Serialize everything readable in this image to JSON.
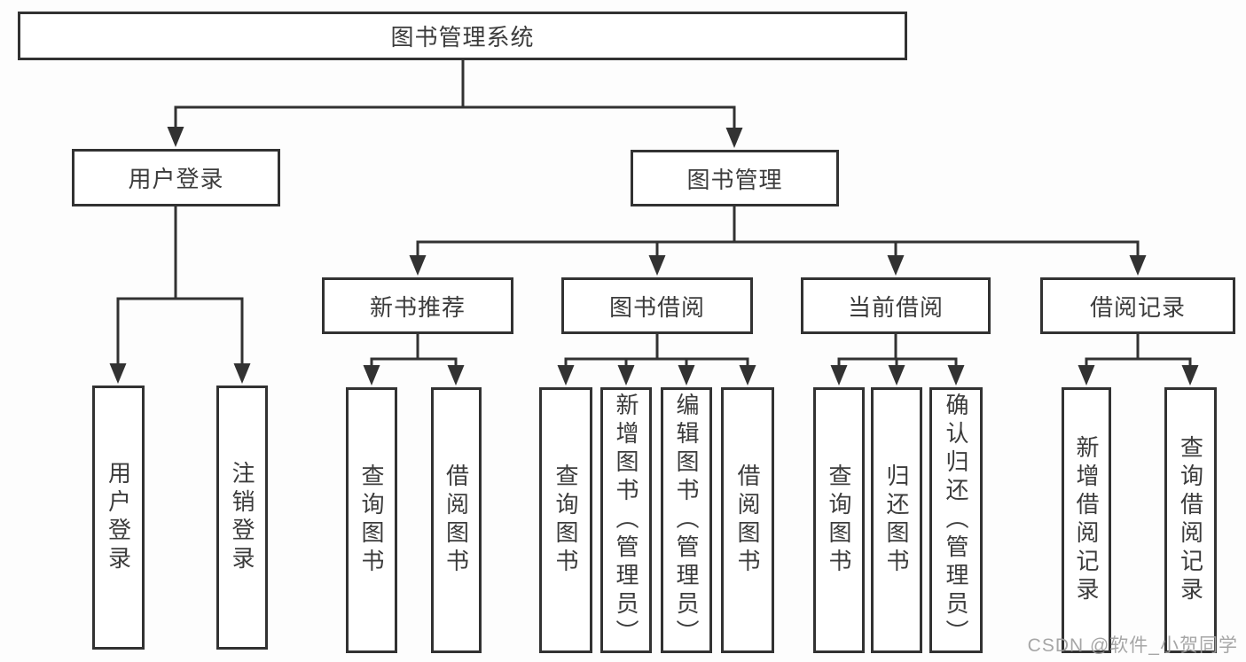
{
  "title": "图书管理系统",
  "nodes": {
    "root": {
      "label": "图书管理系统",
      "children": [
        "user_login",
        "book_mgmt"
      ]
    },
    "user_login": {
      "label": "用户登录",
      "children": [
        "leaf_login",
        "leaf_logout"
      ]
    },
    "book_mgmt": {
      "label": "图书管理",
      "children": [
        "new_rec",
        "borrow",
        "current",
        "records"
      ]
    },
    "new_rec": {
      "label": "新书推荐",
      "children": [
        "nr_query",
        "nr_borrow"
      ]
    },
    "borrow": {
      "label": "图书借阅",
      "children": [
        "bw_query",
        "bw_add",
        "bw_edit",
        "bw_borrow"
      ]
    },
    "current": {
      "label": "当前借阅",
      "children": [
        "cur_query",
        "cur_return",
        "cur_confirm"
      ]
    },
    "records": {
      "label": "借阅记录",
      "children": [
        "rec_add",
        "rec_query"
      ]
    },
    "leaf_login": {
      "label": "用户登录"
    },
    "leaf_logout": {
      "label": "注销登录"
    },
    "nr_query": {
      "label": "查询图书"
    },
    "nr_borrow": {
      "label": "借阅图书"
    },
    "bw_query": {
      "label": "查询图书"
    },
    "bw_add": {
      "label": "新增图书（管理员）"
    },
    "bw_edit": {
      "label": "编辑图书（管理员）"
    },
    "bw_borrow": {
      "label": "借阅图书"
    },
    "cur_query": {
      "label": "查询图书"
    },
    "cur_return": {
      "label": "归还图书"
    },
    "cur_confirm": {
      "label": "确认归还（管理员）"
    },
    "rec_add": {
      "label": "新增借阅记录"
    },
    "rec_query": {
      "label": "查询借阅记录"
    }
  },
  "watermark": "CSDN @软件_小贺同学",
  "colors": {
    "line": "#323232",
    "text": "#3c3c3c",
    "box_background": "#ffffff",
    "watermark": "#9e9e9e",
    "background": "#fdfdfd"
  }
}
